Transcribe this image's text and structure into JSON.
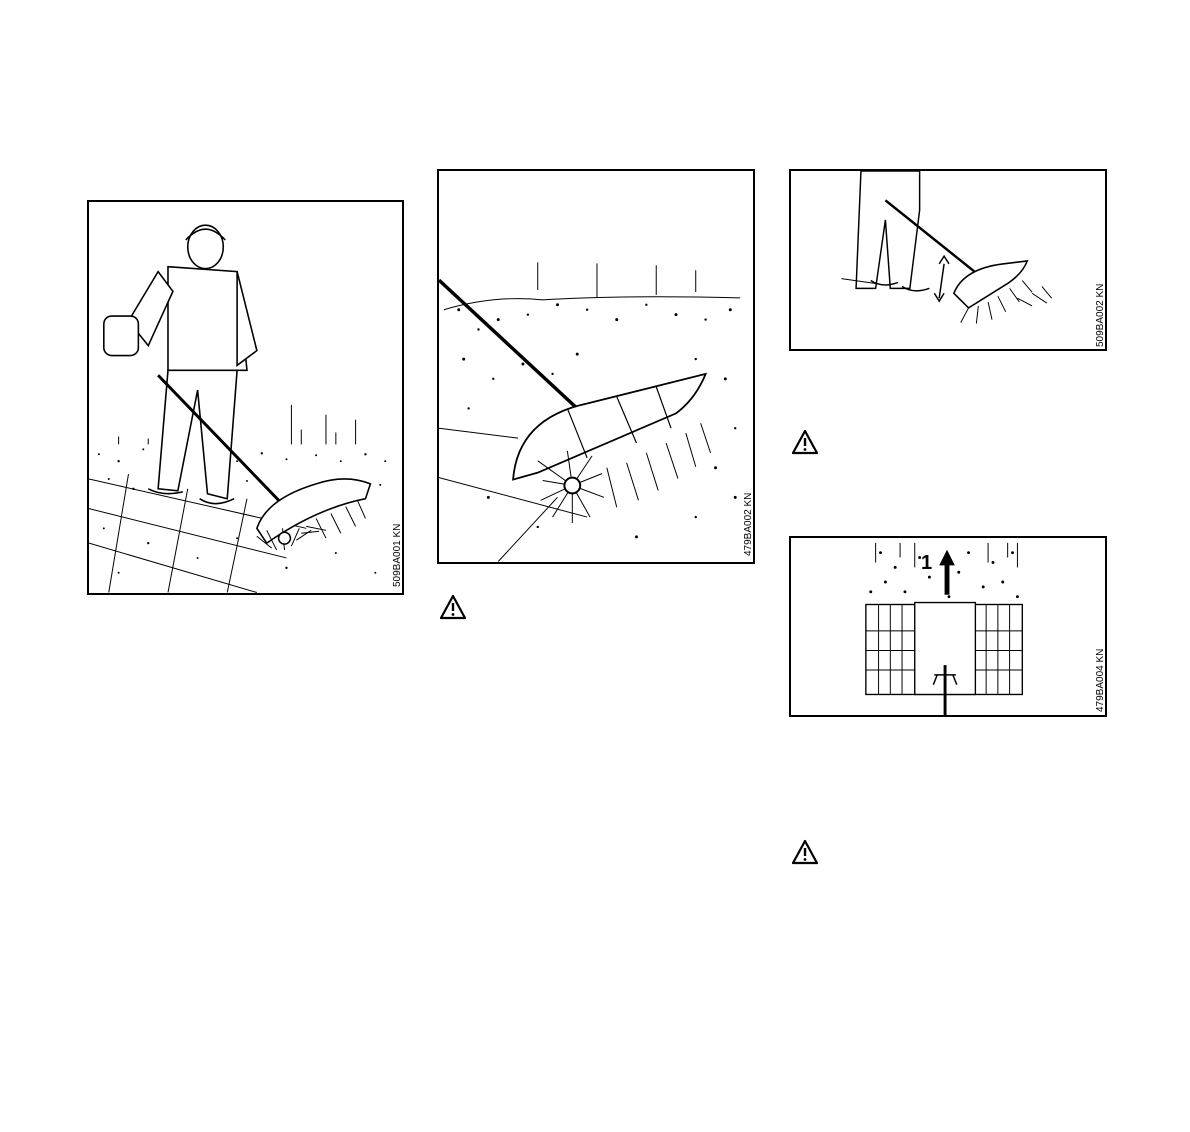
{
  "figures": {
    "sweeper_operator": {
      "code": "509BA001 KN"
    },
    "brush_closeup": {
      "code": "479BA002 KN"
    },
    "height_adjust": {
      "code": "509BA002 KN"
    },
    "direction_topview": {
      "code": "479BA004 KN",
      "callout": "1"
    }
  },
  "icons": {
    "warning": "warning-triangle-icon"
  }
}
